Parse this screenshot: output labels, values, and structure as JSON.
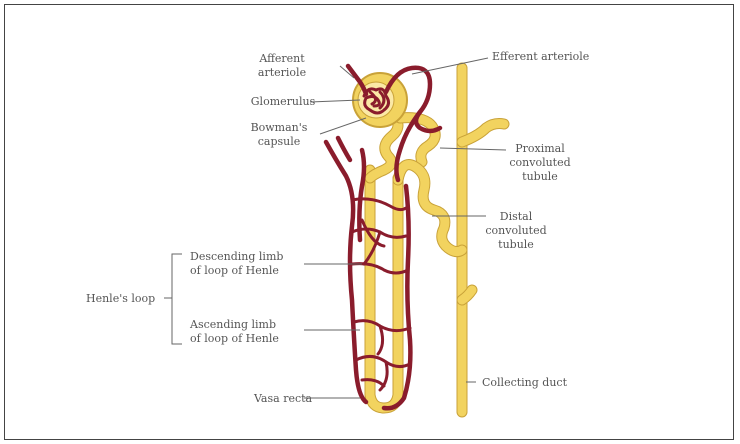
{
  "labels": {
    "afferent": [
      "Afferent",
      "arteriole"
    ],
    "efferent": "Efferent arteriole",
    "glomerulus": "Glomerulus",
    "bowman": [
      "Bowman's",
      "capsule"
    ],
    "proximal": [
      "Proximal",
      "convoluted",
      "tubule"
    ],
    "distal": [
      "Distal",
      "convoluted",
      "tubule"
    ],
    "descending": [
      "Descending limb",
      "of loop of Henle"
    ],
    "henle": "Henle's loop",
    "ascending": [
      "Ascending limb",
      "of loop of Henle"
    ],
    "vasa_recta": "Vasa recta",
    "collecting_duct": "Collecting duct"
  },
  "colors": {
    "tubule": "#f2d35f",
    "tubule_edge": "#c9a238",
    "blood_vessel": "#8a1c2c",
    "leader_line": "#666666",
    "label_text": "#555555",
    "frame": "#444444"
  }
}
